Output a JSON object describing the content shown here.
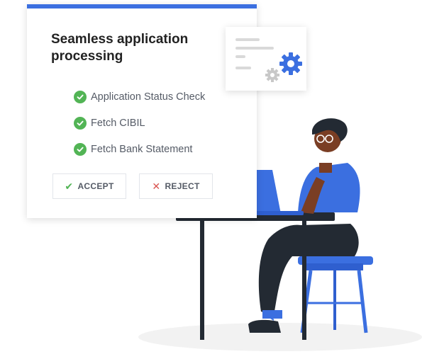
{
  "panel": {
    "title": "Seamless application processing",
    "checklist": [
      {
        "label": "Application Status Check",
        "icon": "check-circle-icon"
      },
      {
        "label": "Fetch CIBIL",
        "icon": "check-circle-icon"
      },
      {
        "label": "Fetch Bank Statement",
        "icon": "check-circle-icon"
      }
    ],
    "accept_label": "ACCEPT",
    "reject_label": "REJECT"
  },
  "colors": {
    "accent": "#3b6fe0",
    "success": "#52b455",
    "danger": "#d9534f",
    "text": "#555b66",
    "title": "#222222"
  },
  "icons": {
    "settings_card": "gear-icon",
    "accept": "checkmark-icon",
    "reject": "x-icon"
  }
}
